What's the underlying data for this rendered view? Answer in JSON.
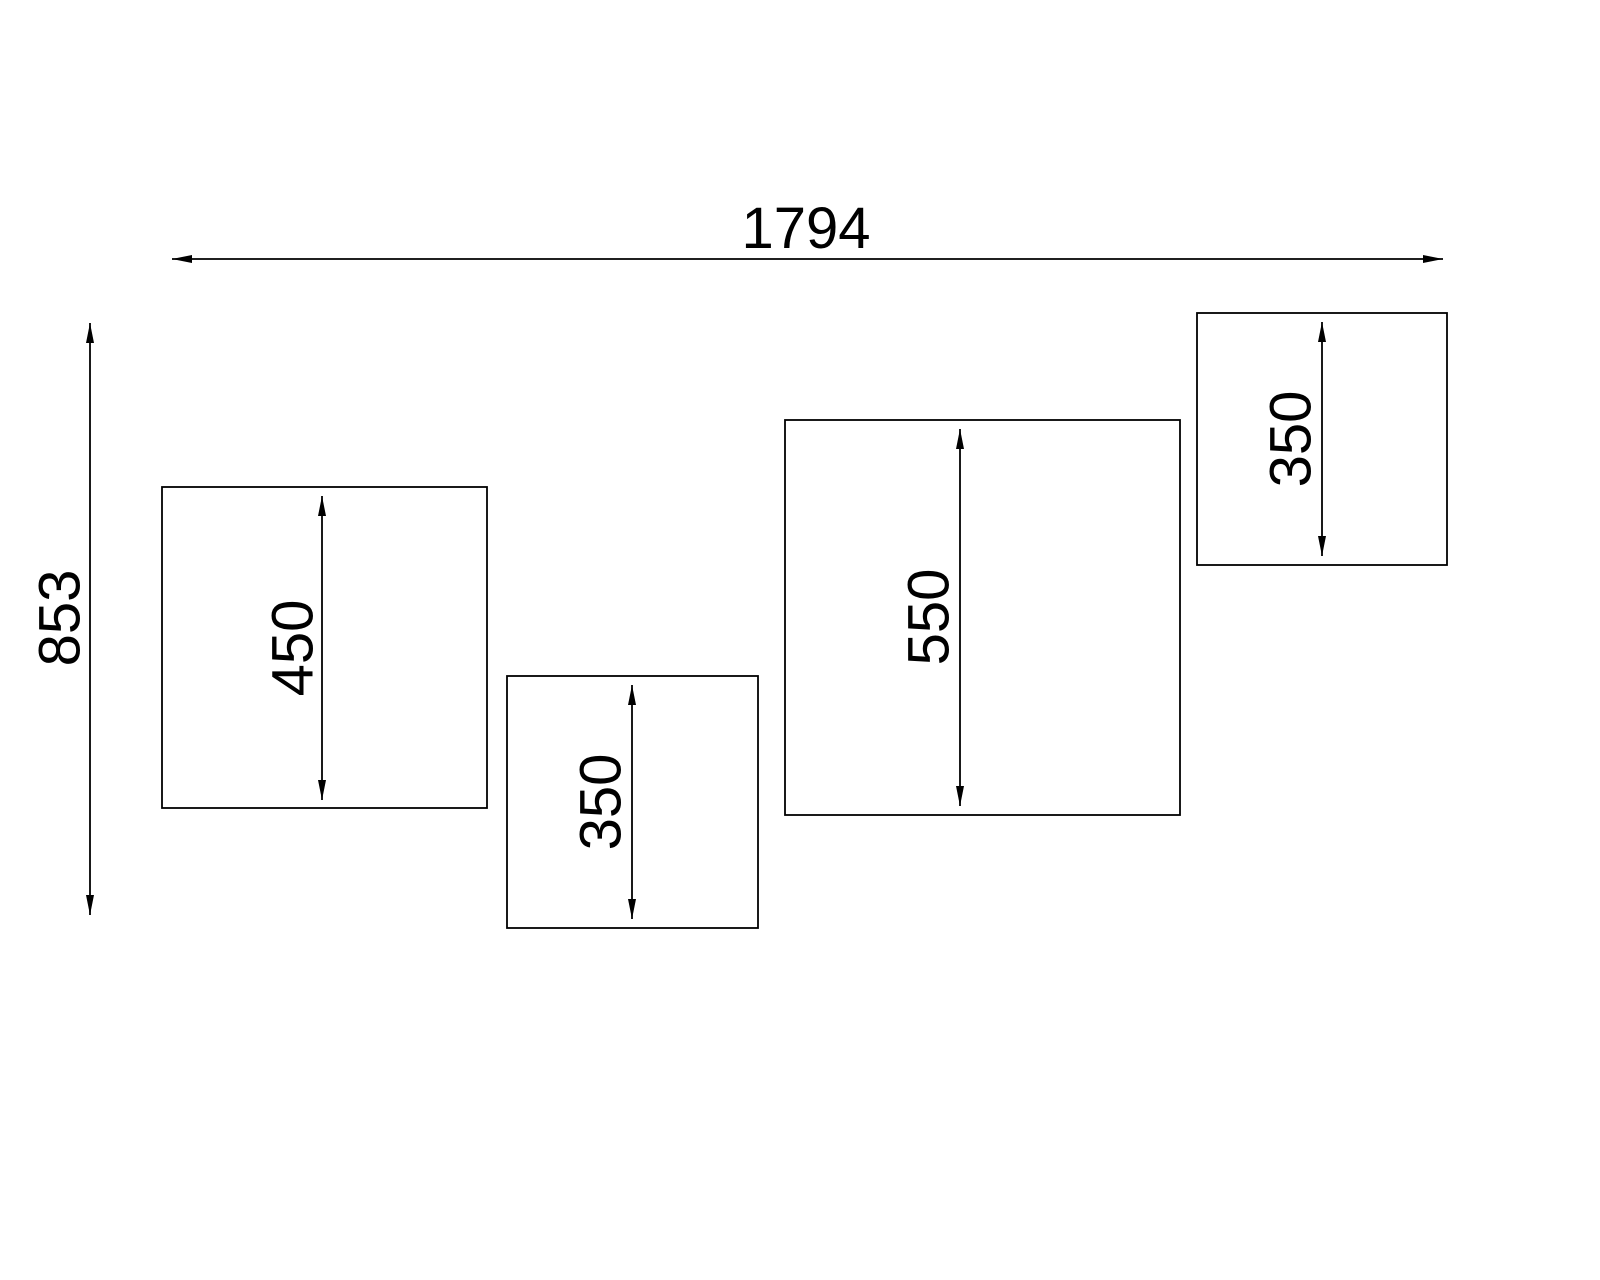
{
  "drawing": {
    "type": "dimensioned-panel-layout",
    "overall": {
      "width_label": "1794",
      "height_label": "853"
    },
    "panels": [
      {
        "height_label": "450"
      },
      {
        "height_label": "350"
      },
      {
        "height_label": "550"
      },
      {
        "height_label": "350"
      }
    ],
    "colors": {
      "line": "#000000",
      "text": "#000000",
      "background": "#ffffff"
    }
  }
}
